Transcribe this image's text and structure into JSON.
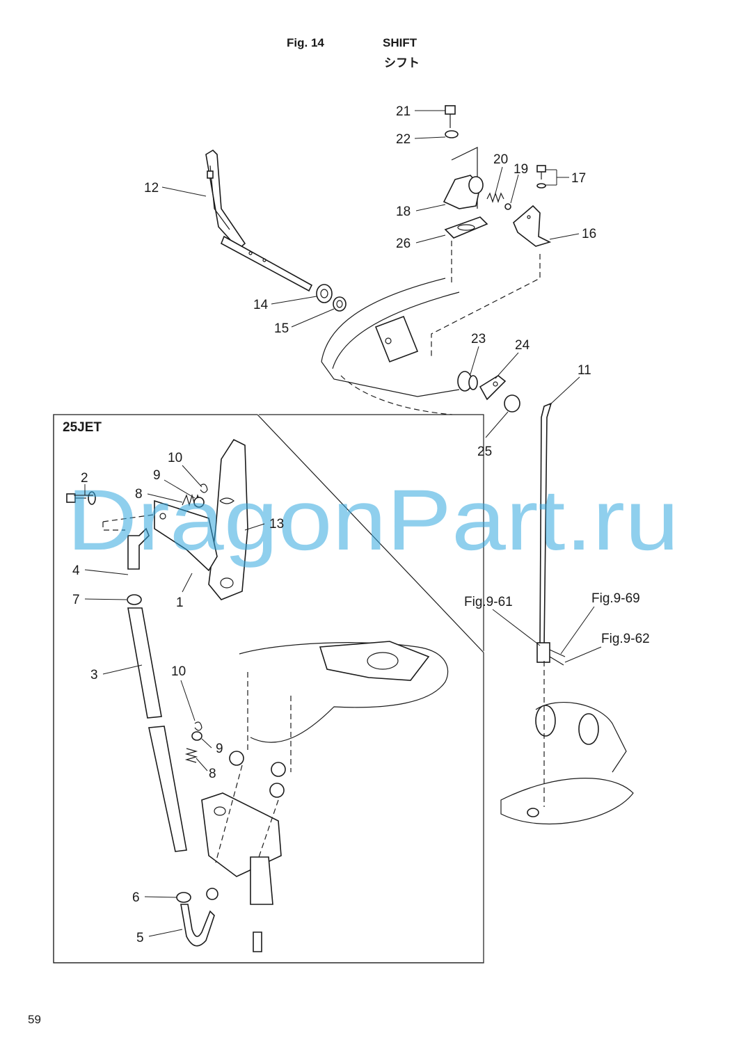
{
  "header": {
    "fig": "Fig. 14",
    "title": "SHIFT",
    "subtitle": "シフト"
  },
  "inset": {
    "title": "25JET"
  },
  "callouts": {
    "c1": "1",
    "c2": "2",
    "c3": "3",
    "c4": "4",
    "c5": "5",
    "c6": "6",
    "c7": "7",
    "c8a": "8",
    "c8b": "8",
    "c9a": "9",
    "c9b": "9",
    "c10a": "10",
    "c10b": "10",
    "c11": "11",
    "c12": "12",
    "c13": "13",
    "c14": "14",
    "c15": "15",
    "c16": "16",
    "c17": "17",
    "c18": "18",
    "c19": "19",
    "c20": "20",
    "c21": "21",
    "c22": "22",
    "c23": "23",
    "c24": "24",
    "c25": "25",
    "c26": "26"
  },
  "refs": {
    "fig961": "Fig.9-61",
    "fig969": "Fig.9-69",
    "fig962": "Fig.9-62"
  },
  "watermark": "DragonPart.ru",
  "footer": {
    "page_number": "59"
  },
  "colors": {
    "ink": "#1a1a1a",
    "watermark": "#35a8e0"
  }
}
